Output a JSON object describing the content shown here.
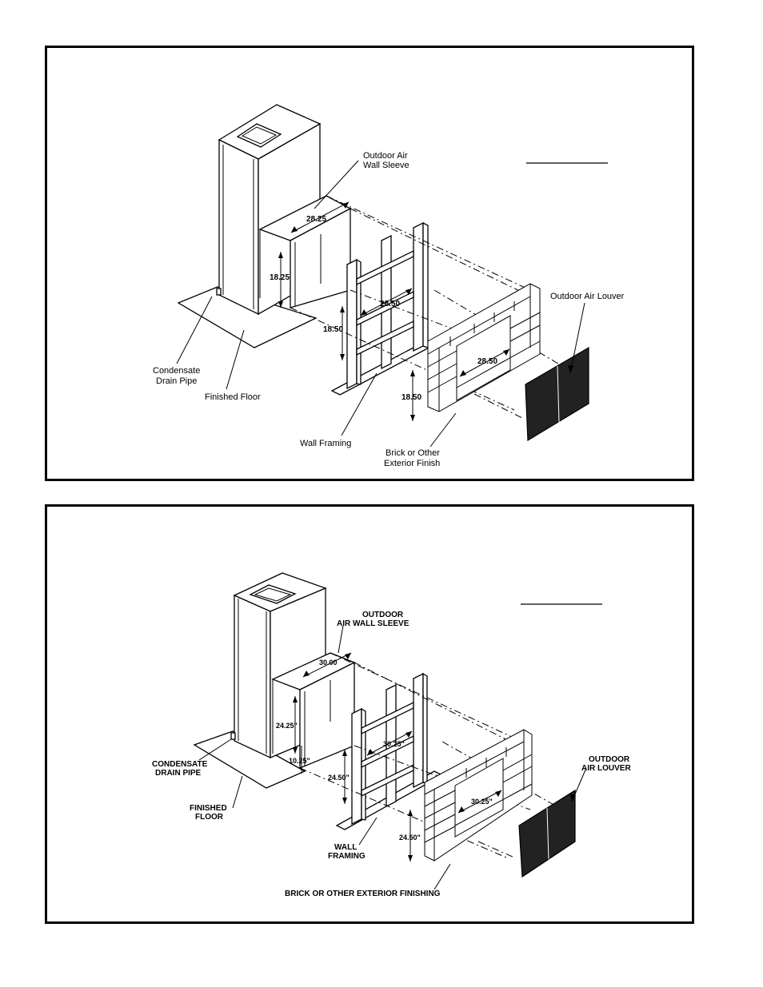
{
  "diagram_top": {
    "labels": {
      "sleeve": [
        "Outdoor Air",
        "Wall Sleeve"
      ],
      "louver": "Outdoor Air Louver",
      "drain": [
        "Condensate",
        "Drain Pipe"
      ],
      "floor": "Finished Floor",
      "framing": "Wall Framing",
      "brick": [
        "Brick or Other",
        "Exterior Finish"
      ]
    },
    "dimensions": {
      "sleeve_width": "28.25",
      "sleeve_height": "18.25",
      "frame_width": "28.50",
      "frame_height": "18.50",
      "brick_width": "28.50",
      "brick_height": "18.50"
    }
  },
  "diagram_bottom": {
    "labels": {
      "sleeve": [
        "OUTDOOR",
        "AIR WALL SLEEVE"
      ],
      "louver": [
        "OUTDOOR",
        "AIR LOUVER"
      ],
      "drain": [
        "CONDENSATE",
        "DRAIN PIPE"
      ],
      "floor": [
        "FINISHED",
        "FLOOR"
      ],
      "framing": [
        "WALL",
        "FRAMING"
      ],
      "brick": "BRICK OR OTHER EXTERIOR FINISHING"
    },
    "dimensions": {
      "sleeve_width": "30.00",
      "sleeve_height": "24.25\"",
      "sleeve_offset": "10.25\"",
      "frame_width": "30.25\"",
      "frame_height": "24.50\"",
      "brick_width": "30.25\"",
      "brick_height": "24.50\""
    }
  }
}
